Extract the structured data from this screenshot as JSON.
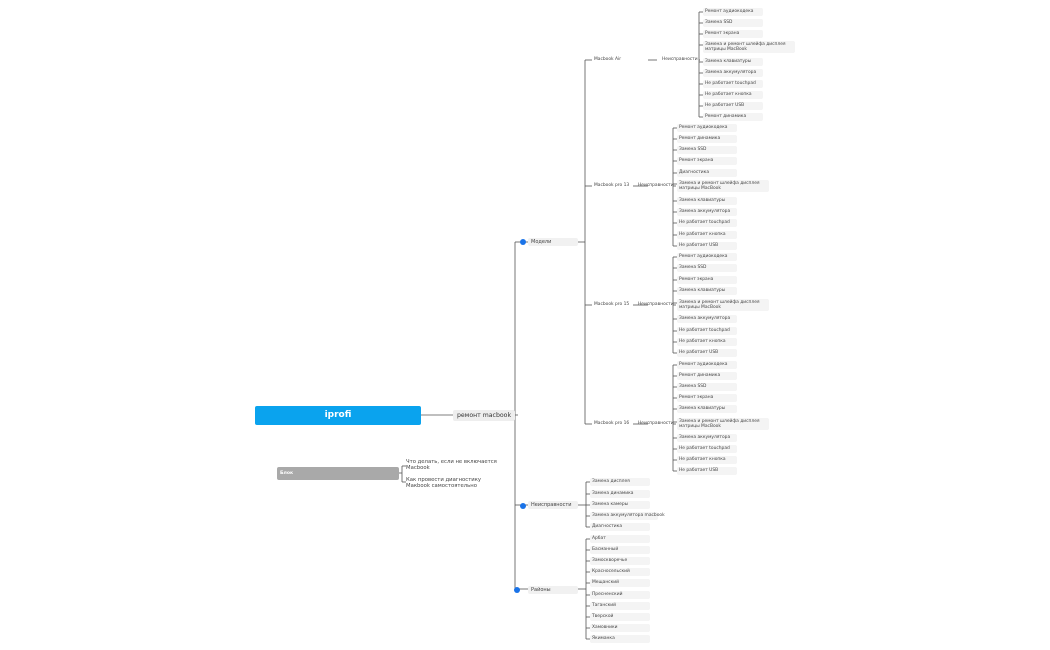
{
  "colors": {
    "root": "#0aa3ee",
    "accent_dot": "#1a73e8",
    "line": "#555555",
    "note_block": "#a9a9a9"
  },
  "root": {
    "title": "iprofi"
  },
  "hub": {
    "label": "ремонт macbook"
  },
  "side": {
    "block_label": "Блок",
    "notes": [
      "Что делать, если не включается Macbook",
      "Как провести диагностику Макbook самостоятельно"
    ]
  },
  "categories": {
    "models": "Модели",
    "faults": "Неисправности",
    "districts": "Районы"
  },
  "models": [
    {
      "name": "Macbook Air",
      "faults_label": "Неисправности",
      "items": [
        "Ремонт аудиокодека",
        "Замена SSD",
        "Ремонт экрана",
        "Замена и ремонт шлейфа дисплея матрицы MacBook",
        "Замена клавиатуры",
        "Замена аккумулятора",
        "Не работает touchpad",
        "Не работает кнопка",
        "Не работает USB",
        "Ремонт динамика"
      ]
    },
    {
      "name": "Macbook pro 13",
      "faults_label": "Неисправности",
      "items": [
        "Ремонт аудиокодека",
        "Ремонт динамика",
        "Замена SSD",
        "Ремонт экрана",
        "Диагностика",
        "Замена и ремонт шлейфа дисплея матрицы MacBook",
        "Замена клавиатуры",
        "Замена аккумулятора",
        "Не работает touchpad",
        "Не работает кнопка",
        "Не работает USB"
      ]
    },
    {
      "name": "Macbook pro 15",
      "faults_label": "Неисправности",
      "items": [
        "Ремонт аудиокодека",
        "Замена SSD",
        "Ремонт экрана",
        "Замена клавиатуры",
        "Замена и ремонт шлейфа дисплея матрицы MacBook",
        "Замена аккумулятора",
        "Не работает touchpad",
        "Не работает кнопка",
        "Не работает USB"
      ]
    },
    {
      "name": "Macbook pro 16",
      "faults_label": "Неисправности",
      "items": [
        "Ремонт аудиокодека",
        "Ремонт динамика",
        "Замена SSD",
        "Ремонт экрана",
        "Замена клавиатуры",
        "Замена и ремонт шлейфа дисплея матрицы MacBook",
        "Замена аккумулятора",
        "Не работает touchpad",
        "Не работает кнопка",
        "Не работает USB"
      ]
    }
  ],
  "general_faults": [
    "Замена дисплея",
    "Замена динамика",
    "Замена камеры",
    "Замена аккумулятора macbook",
    "Диагностика"
  ],
  "districts": [
    "Арбат",
    "Басманный",
    "Замоскворечье",
    "Красносельский",
    "Мещанский",
    "Пресненский",
    "Таганский",
    "Тверской",
    "Хамовники",
    "Якиманка"
  ]
}
